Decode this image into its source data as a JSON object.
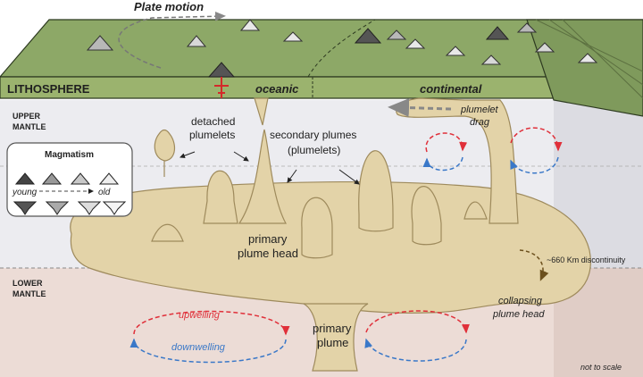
{
  "labels": {
    "plate_motion": "Plate motion",
    "lithosphere": "LITHOSPHERE",
    "oceanic": "oceanic",
    "continental": "continental",
    "upper_mantle_1": "UPPER",
    "upper_mantle_2": "MANTLE",
    "lower_mantle_1": "LOWER",
    "lower_mantle_2": "MANTLE",
    "detached_1": "detached",
    "detached_2": "plumelets",
    "secondary_1": "secondary plumes",
    "secondary_2": "(plumelets)",
    "plumelet_drag_1": "plumelet",
    "plumelet_drag_2": "drag",
    "primary_head_1": "primary",
    "primary_head_2": "plume head",
    "discontinuity": "~660 Km discontinuity",
    "collapsing_1": "collapsing",
    "collapsing_2": "plume head",
    "upwelling": "upwelling",
    "downwelling": "downwelling",
    "primary_plume_1": "primary",
    "primary_plume_2": "plume",
    "not_to_scale": "not to scale"
  },
  "legend": {
    "title": "Magmatism",
    "young": "young",
    "old": "old"
  },
  "colors": {
    "lithosphere_top": "#8da867",
    "lithosphere_band": "#9bb36e",
    "plume": "#e3d3a8",
    "plume_stroke": "#9e8a5c",
    "upper_mantle": "#ececf0",
    "lower_mantle": "#ecdcd6",
    "upwelling": "#e0303a",
    "downwelling": "#3a78c8"
  }
}
